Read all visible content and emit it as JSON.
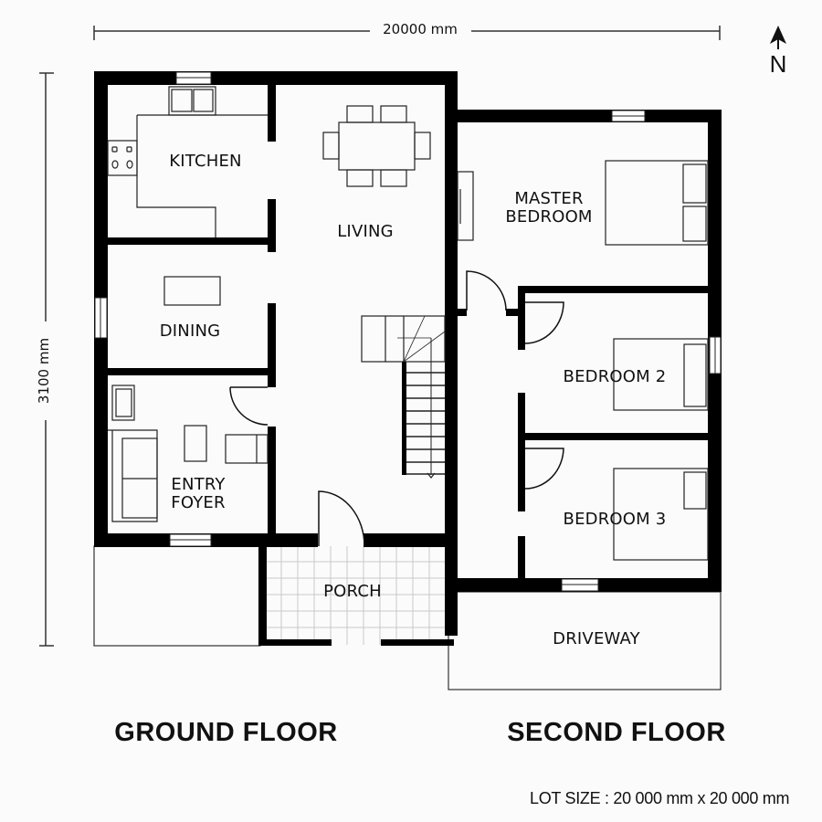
{
  "dimensions": {
    "width_label": "20000 mm",
    "height_label": "3100 mm"
  },
  "compass": {
    "label": "N",
    "icon": "north-arrow-icon"
  },
  "ground_floor": {
    "title": "GROUND FLOOR",
    "rooms": {
      "kitchen": "KITCHEN",
      "living": "LIVING",
      "dining": "DINING",
      "entry_foyer": "ENTRY\nFOYER",
      "porch": "PORCH"
    }
  },
  "second_floor": {
    "title": "SECOND FLOOR",
    "rooms": {
      "master_bedroom": "MASTER\nBEDROOM",
      "bedroom_2": "BEDROOM 2",
      "bedroom_3": "BEDROOM 3",
      "driveway": "DRIVEWAY"
    }
  },
  "lot_size": "LOT SIZE : 20 000 mm x 20 000 mm",
  "colors": {
    "wall": "#000000",
    "line": "#222222",
    "background": "#fbfbfb",
    "tile": "#c8c8c8"
  }
}
